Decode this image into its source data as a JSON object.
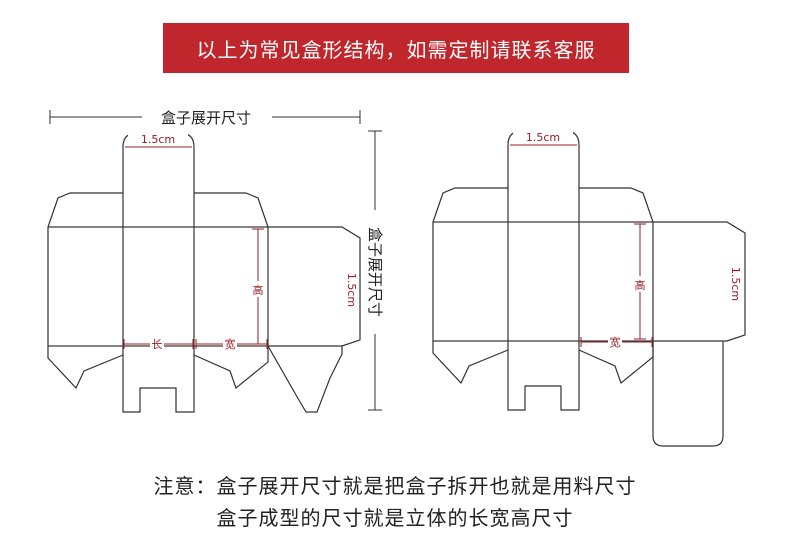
{
  "banner": {
    "text": "以上为常见盒形结构，如需定制请联系客服"
  },
  "labels": {
    "width_dim": "盒子展开尺寸",
    "height_dim": "盒子展开尺寸",
    "tab": "1.5cm",
    "tab_right": "1.5cm",
    "height": "高",
    "length": "长",
    "width": "宽"
  },
  "notes": {
    "line1": "注意：盒子展开尺寸就是把盒子拆开也就是用料尺寸",
    "line2": "盒子成型的尺寸就是立体的长宽高尺寸"
  },
  "colors": {
    "banner_bg": "#c0272d",
    "line": "#333333",
    "accent": "#9b1c23"
  }
}
